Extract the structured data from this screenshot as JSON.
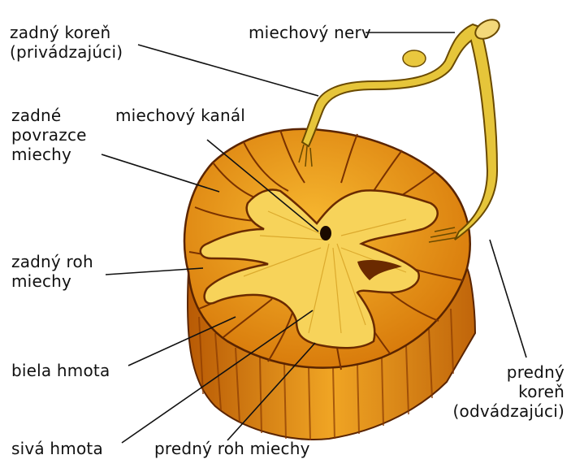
{
  "labels": {
    "zadny_koren": [
      "zadný koreň",
      "(privádzajúci)"
    ],
    "miechovy_nerv": "miechový nerv",
    "zadne_povrazce": [
      "zadné",
      "povrazce",
      "miechy"
    ],
    "miechovy_kanal": "miechový kanál",
    "zadny_roh": [
      "zadný roh",
      "miechy"
    ],
    "biela_hmota": "biela hmota",
    "siva_hmota": "sivá hmota",
    "predny_roh": "predný roh miechy",
    "predny_koren": [
      "predný",
      "koreň",
      "(odvádzajúci)"
    ]
  },
  "colors": {
    "white_matter": "#f2a21c",
    "white_matter_dark": "#c56a0a",
    "grey_matter": "#f7d35a",
    "outline": "#5a2400",
    "nerve": "#e6c53a",
    "leader": "#111111"
  }
}
